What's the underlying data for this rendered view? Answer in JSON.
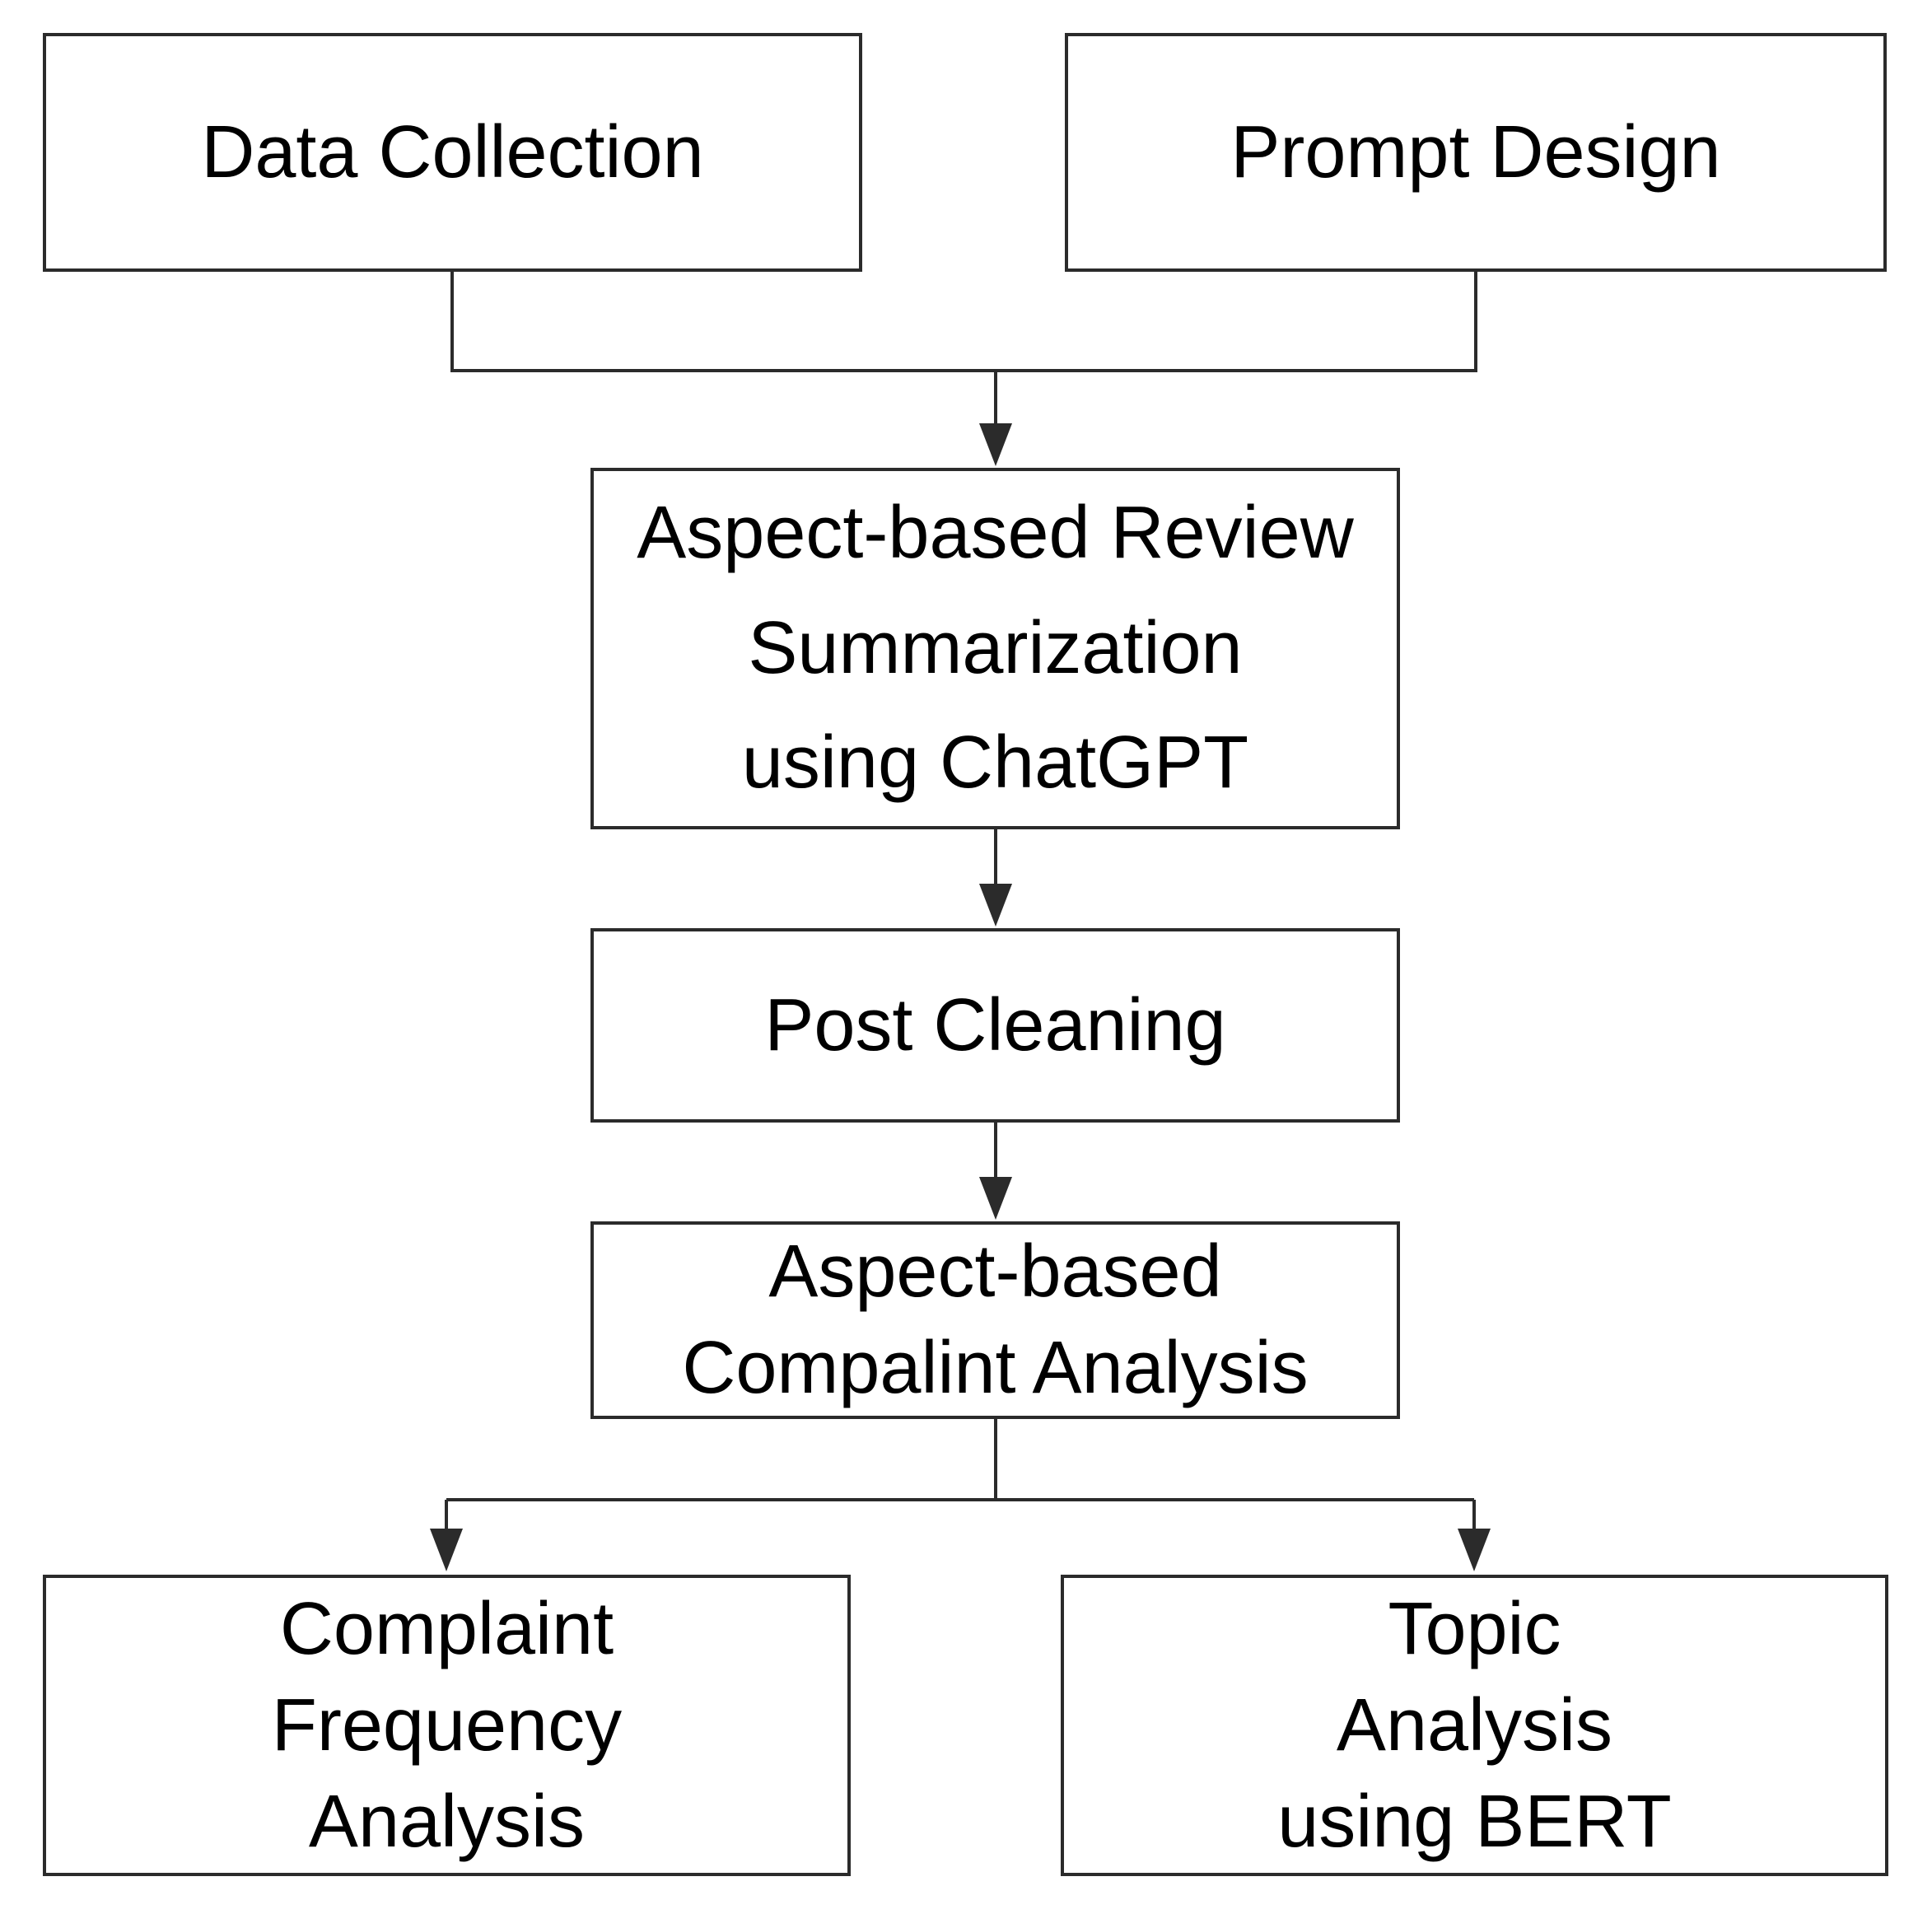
{
  "diagram": {
    "nodes": {
      "data_collection": {
        "label": "Data Collection"
      },
      "prompt_design": {
        "label": "Prompt Design"
      },
      "summarization": {
        "label": "Aspect-based Review\nSummarization\nusing ChatGPT"
      },
      "post_cleaning": {
        "label": "Post Cleaning"
      },
      "complaint_analysis": {
        "label": "Aspect-based\nCompalint Analysis"
      },
      "frequency_analysis": {
        "label": "Complaint\nFrequency\nAnalysis"
      },
      "topic_analysis": {
        "label": "Topic\nAnalysis\nusing BERT"
      }
    },
    "edges": [
      {
        "from": [
          "data_collection",
          "prompt_design"
        ],
        "to": "summarization",
        "type": "merge-arrow"
      },
      {
        "from": "summarization",
        "to": "post_cleaning",
        "type": "arrow"
      },
      {
        "from": "post_cleaning",
        "to": "complaint_analysis",
        "type": "arrow"
      },
      {
        "from": "complaint_analysis",
        "to": [
          "frequency_analysis",
          "topic_analysis"
        ],
        "type": "split-arrow"
      }
    ],
    "colors": {
      "border": "#2b2b2b",
      "text": "#000000",
      "background": "#ffffff",
      "connector": "#2b2b2b"
    }
  }
}
